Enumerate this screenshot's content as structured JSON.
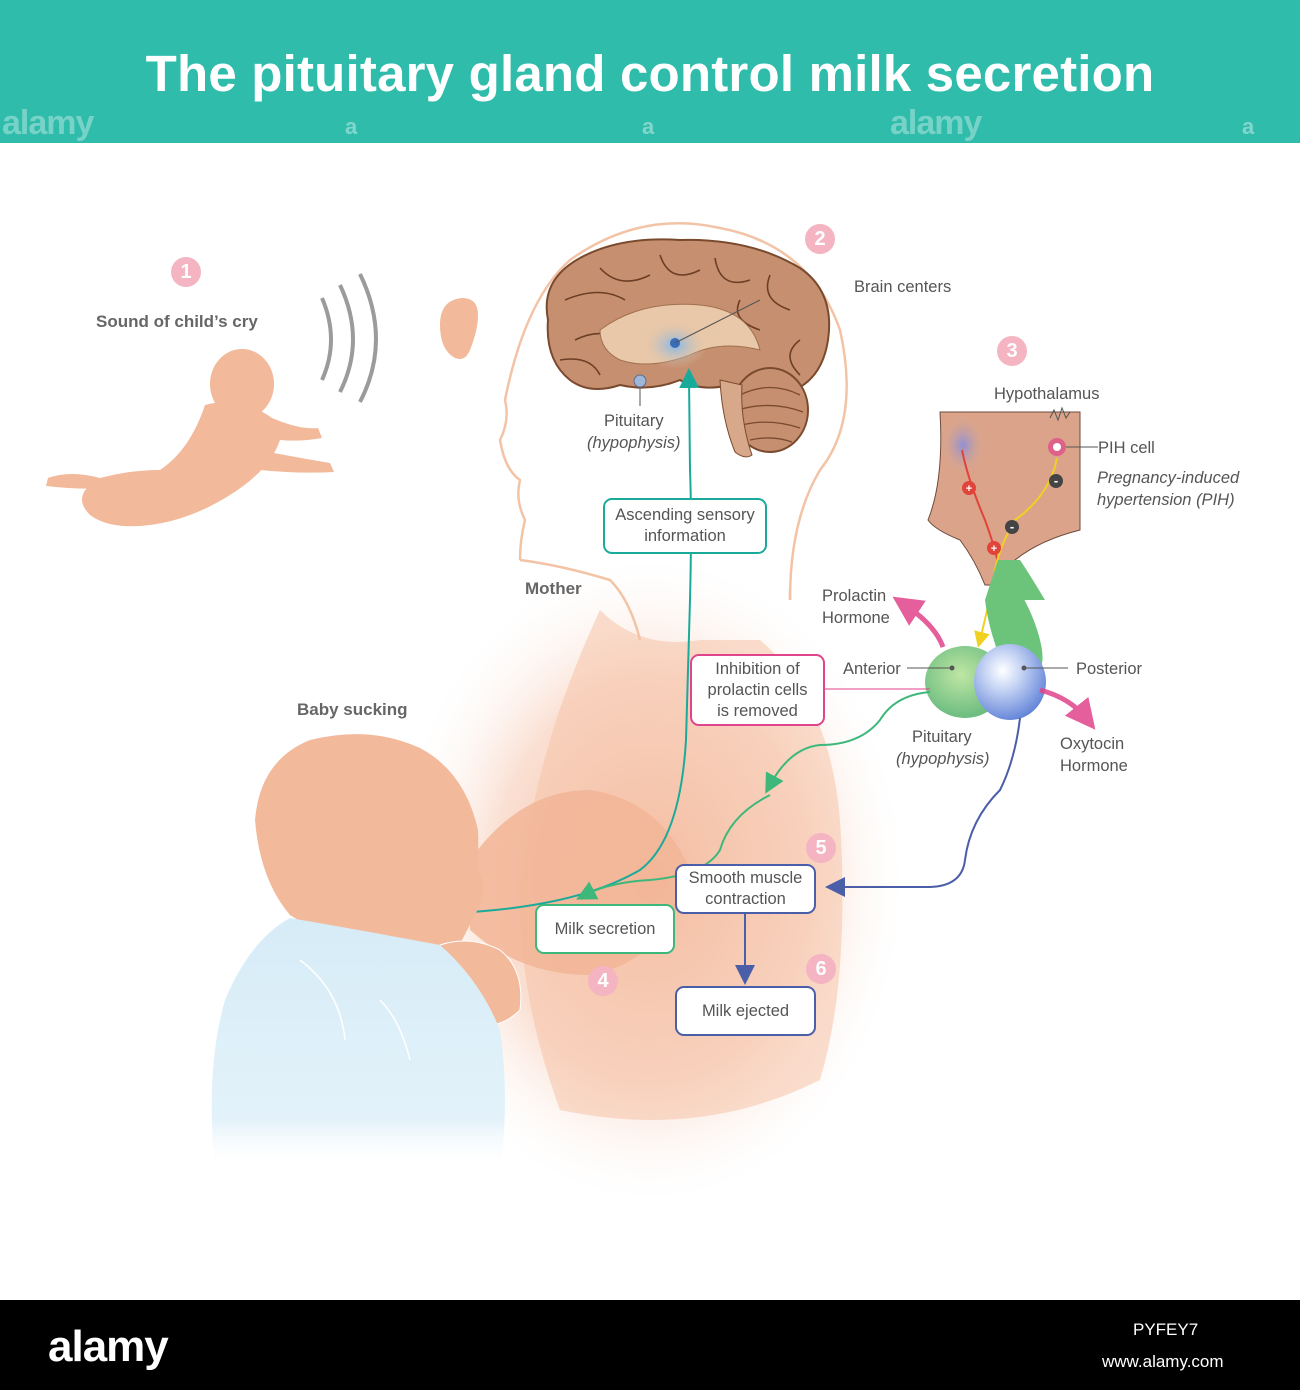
{
  "header": {
    "title": "The pituitary gland control milk secretion",
    "watermark_left": "alamy",
    "watermark_center": "alamy",
    "watermark_a": "a"
  },
  "steps": {
    "one": "1",
    "two": "2",
    "three": "3",
    "four": "4",
    "five": "5",
    "six": "6"
  },
  "labels": {
    "sound_of_cry": "Sound of child’s cry",
    "brain_centers": "Brain centers",
    "pituitary_top": "Pituitary",
    "hypophysis_top": "(hypophysis)",
    "hypothalamus": "Hypothalamus",
    "pih_cell": "PIH cell",
    "pih_line1": "Pregnancy-induced",
    "pih_line2": "hypertension (PIH)",
    "mother": "Mother",
    "prolactin_line1": "Prolactin",
    "prolactin_line2": "Hormone",
    "anterior": "Anterior",
    "posterior": "Posterior",
    "pituitary_bottom": "Pituitary",
    "hypophysis_bottom": "(hypophysis)",
    "oxytocin_line1": "Oxytocin",
    "oxytocin_line2": "Hormone",
    "baby_sucking": "Baby sucking"
  },
  "boxes": {
    "ascending_line1": "Ascending sensory",
    "ascending_line2": "information",
    "inhibition_line1": "Inhibition of",
    "inhibition_line2": "prolactin cells",
    "inhibition_line3": "is removed",
    "smooth_line1": "Smooth muscle",
    "smooth_line2": "contraction",
    "milk_secretion": "Milk secretion",
    "milk_ejected": "Milk ejected"
  },
  "footer": {
    "logo": "alamy",
    "image_id": "PYFEY7",
    "url": "www.alamy.com"
  },
  "colors": {
    "header": "#2fbcab",
    "skin": "#f2b99a",
    "teal_path": "#1aaa9a",
    "green_path": "#3db87a",
    "blue_path": "#4b5ea8",
    "pink_path": "#e0448a",
    "badge": "#f4b4c2"
  }
}
